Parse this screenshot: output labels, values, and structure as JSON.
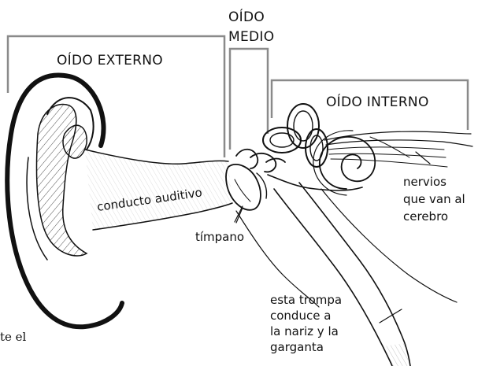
{
  "sections": {
    "outer_ear": "OÍDO EXTERNO",
    "middle_ear_line1": "OÍDO",
    "middle_ear_line2": "MEDIO",
    "inner_ear": "OÍDO INTERNO"
  },
  "parts": {
    "ear_canal": "conducto auditivo",
    "eardrum": "tímpano",
    "nerves_line1": "nervios",
    "nerves_line2": "que van al",
    "nerves_line3": "cerebro",
    "tube_line1": "esta trompa",
    "tube_line2": "conduce a",
    "tube_line3": "la nariz y la",
    "tube_line4": "garganta"
  },
  "cut_off_text": "te el",
  "colors": {
    "ink": "#111111",
    "bracket": "#8a8a8a",
    "background": "#ffffff"
  }
}
